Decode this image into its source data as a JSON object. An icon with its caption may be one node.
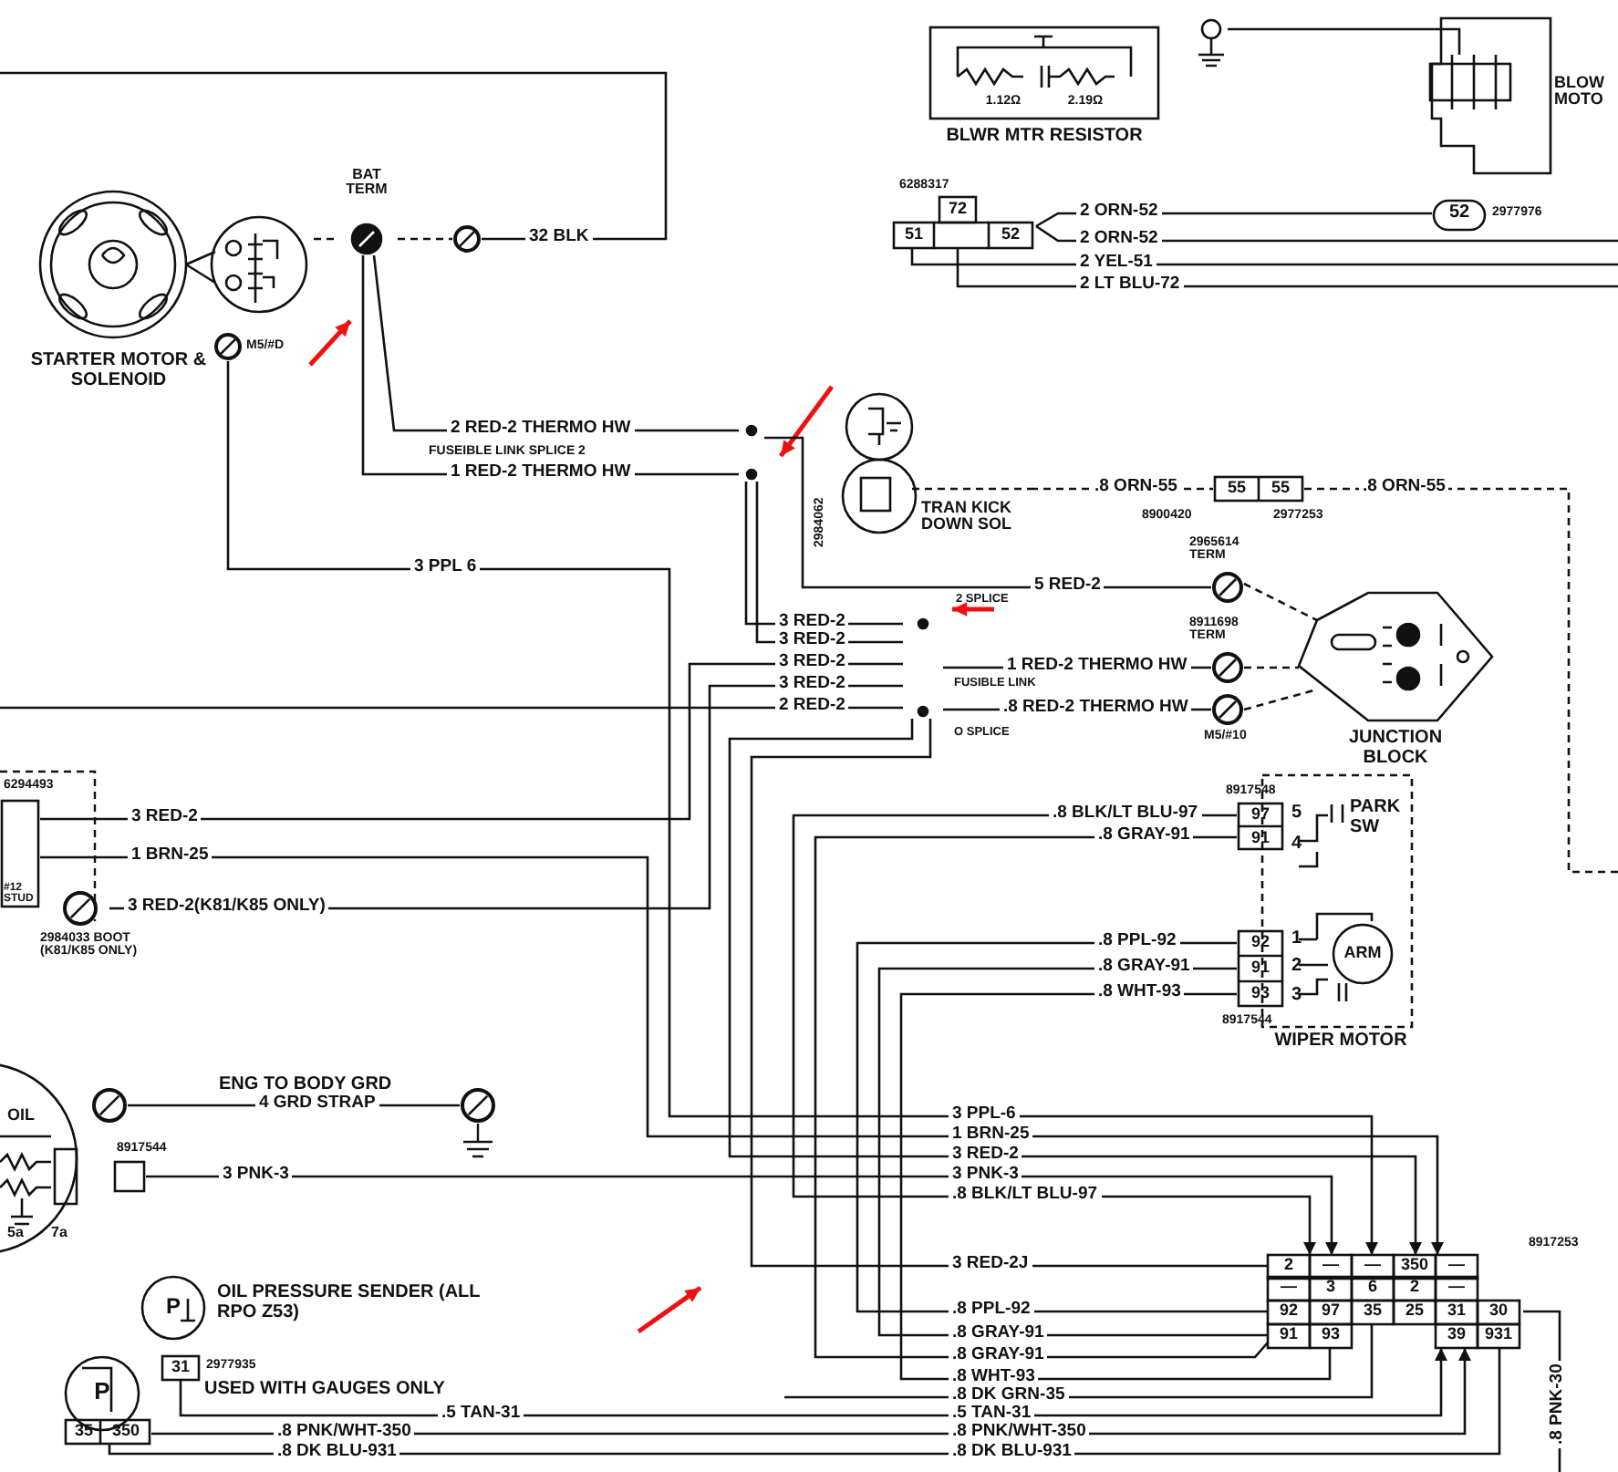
{
  "diagram": {
    "nodes": [
      {
        "text": [
          "STARTER MOTOR & SOLENOID"
        ]
      },
      {
        "text": [
          "BAT TERM"
        ]
      },
      {
        "text": [],
        "shape": "circle"
      },
      {
        "text": [
          "1.12Ω",
          "2.19Ω",
          "BLWR MTR RESISTOR"
        ]
      },
      {
        "text": [
          "BLOW MOTO"
        ]
      },
      {
        "text": [],
        "shape": "ground"
      },
      {
        "text": [
          "72",
          "51",
          "52"
        ],
        "beside": [
          "6288317"
        ]
      },
      {
        "text": [
          "52"
        ],
        "beside": [
          "2977976"
        ]
      },
      {
        "text": [
          "TRAN KICK DOWN SOL"
        ],
        "beside": [
          "2984062"
        ]
      },
      {
        "text": [
          "55",
          "55"
        ],
        "beside": [
          "8900420",
          "2977253"
        ]
      },
      {
        "text": [],
        "shape": "circle",
        "beside": [
          "2965614 TERM"
        ]
      },
      {
        "text": [],
        "shape": "circle",
        "beside": [
          "8911698 TERM"
        ]
      },
      {
        "text": [],
        "shape": "circle",
        "beside": [
          "M5/#10"
        ]
      },
      {
        "text": [
          "JUNCTION BLOCK"
        ]
      },
      {
        "text": [],
        "shape": "dot"
      },
      {
        "text": [],
        "shape": "dot"
      },
      {
        "text": [],
        "shape": "box",
        "beside": [
          "6294493"
        ]
      },
      {
        "text": [],
        "shape": "circle",
        "beside": [
          "2984033 BOOT (K81/K85 ONLY)"
        ]
      },
      {
        "text": [
          "97",
          "91"
        ],
        "beside": [
          "8917548"
        ]
      },
      {
        "text": [
          "WIPER MOTOR"
        ]
      },
      {
        "text": [
          "ARM"
        ],
        "in": 19
      },
      {
        "text": [
          "92",
          "91",
          "93"
        ],
        "beside": [
          "8917544"
        ]
      },
      {
        "text": [
          "OIL"
        ]
      },
      {
        "text": [],
        "shape": "circle"
      },
      {
        "text": [],
        "shape": "circle"
      },
      {
        "text": [],
        "shape": "box",
        "beside": [
          "8917544"
        ]
      },
      {
        "text": [
          "P",
          "OIL PRESSURE SENDER (ALL RPO Z53)"
        ]
      },
      {
        "text": [
          "P"
        ]
      },
      {
        "text": [
          "31"
        ],
        "beside": [
          "2977935"
        ]
      },
      {
        "text": [
          "35",
          "350"
        ]
      },
      {
        "text": [
          "2",
          "—",
          "—",
          "350",
          "—",
          "—",
          "3",
          "6",
          "2",
          "—",
          "92",
          "97",
          "35",
          "25",
          "31",
          "30",
          "91",
          "93",
          "39",
          "931"
        ],
        "beside": [
          "8917253"
        ]
      },
      {
        "text": [],
        "shape": "circle",
        "beside": [
          "M5/#D"
        ]
      }
    ],
    "edges": [
      {
        "from": 0,
        "to": 1,
        "arrow": "none",
        "style": "dashed"
      },
      {
        "from": 1,
        "to": 2,
        "arrow": "none",
        "style": "dashed"
      },
      {
        "from": 2,
        "to": null,
        "arrow": "none",
        "label": "32 BLK"
      },
      {
        "from": 1,
        "to": 14,
        "arrow": "none",
        "label": "2 RED-2 THERMO HW"
      },
      {
        "from": 1,
        "to": 14,
        "arrow": "none",
        "label": "1 RED-2 THERMO HW"
      },
      {
        "from": 14,
        "to": 10,
        "arrow": "none",
        "label": "5 RED-2"
      },
      {
        "from": 14,
        "to": 15,
        "arrow": "none",
        "label": "3 RED-2"
      },
      {
        "from": 14,
        "to": 15,
        "arrow": "none",
        "label": "3 RED-2"
      },
      {
        "from": 15,
        "to": 11,
        "arrow": "none",
        "label": "1 RED-2 THERMO HW"
      },
      {
        "from": 15,
        "to": 12,
        "arrow": "none",
        "label": ".8 RED-2 THERMO HW"
      },
      {
        "from": 10,
        "to": 13,
        "arrow": "none",
        "style": "dashed"
      },
      {
        "from": 11,
        "to": 13,
        "arrow": "none",
        "style": "dashed"
      },
      {
        "from": 12,
        "to": 13,
        "arrow": "none",
        "style": "dashed"
      },
      {
        "from": 5,
        "to": 4,
        "arrow": "none"
      },
      {
        "from": 6,
        "to": 7,
        "arrow": "none",
        "label": "2 ORN-52"
      },
      {
        "from": 6,
        "to": null,
        "arrow": "none",
        "label": "2 ORN-52"
      },
      {
        "from": 6,
        "to": null,
        "arrow": "none",
        "label": "2 YEL-51"
      },
      {
        "from": 6,
        "to": null,
        "arrow": "none",
        "label": "2 LT BLU-72"
      },
      {
        "from": 8,
        "to": 9,
        "arrow": "none",
        "style": "dashed",
        "label": ".8 ORN-55"
      },
      {
        "from": 9,
        "to": null,
        "arrow": "none",
        "style": "dashed",
        "label": ".8 ORN-55"
      },
      {
        "from": 31,
        "to": 30,
        "arrow": "to",
        "label": "3 PPL 6"
      },
      {
        "from": 16,
        "to": 15,
        "arrow": "none",
        "label": "3 RED-2"
      },
      {
        "from": 16,
        "to": 30,
        "arrow": "to",
        "label": "1 BRN-25"
      },
      {
        "from": 17,
        "to": 15,
        "arrow": "none",
        "label": "3 RED-2(K81/K85 ONLY)"
      },
      {
        "from": null,
        "to": 15,
        "arrow": "none",
        "label": "2 RED-2"
      },
      {
        "from": 15,
        "to": 30,
        "arrow": "to",
        "label": "3 RED-2"
      },
      {
        "from": 15,
        "to": 30,
        "arrow": "none",
        "label": "3 RED-2J"
      },
      {
        "from": 18,
        "to": 30,
        "arrow": "to",
        "label": ".8 BLK/LT BLU-97"
      },
      {
        "from": 18,
        "to": 30,
        "arrow": "none",
        "label": ".8 GRAY-91"
      },
      {
        "from": 21,
        "to": 30,
        "arrow": "none",
        "label": ".8 PPL-92"
      },
      {
        "from": 21,
        "to": 30,
        "arrow": "none",
        "label": ".8 GRAY-91"
      },
      {
        "from": 21,
        "to": 30,
        "arrow": "none",
        "label": ".8 WHT-93"
      },
      {
        "from": 23,
        "to": 24,
        "arrow": "none",
        "label": "4 GRD STRAP"
      },
      {
        "from": 25,
        "to": 30,
        "arrow": "to",
        "label": "3 PNK-3"
      },
      {
        "from": null,
        "to": 30,
        "arrow": "none",
        "label": ".8 DK GRN-35"
      },
      {
        "from": 28,
        "to": 30,
        "arrow": "to",
        "label": ".5 TAN-31"
      },
      {
        "from": 29,
        "to": 30,
        "arrow": "to",
        "label": ".8 PNK/WHT-350"
      },
      {
        "from": 29,
        "to": 30,
        "arrow": "none",
        "label": ".8 DK BLU-931"
      },
      {
        "from": 30,
        "to": null,
        "arrow": "none",
        "label": ".8 PNK-30"
      }
    ],
    "labels": [
      "#12 STUD",
      "FUSEIBLE LINK SPLICE 2",
      "3 RED-2",
      "3 RED-2",
      "2 SPLICE",
      "FUSIBLE LINK",
      "O SPLICE",
      "5",
      "4",
      "PARK SW",
      "1",
      "2",
      "3",
      "ENG TO BODY GRD",
      "5a",
      "7a",
      "USED WITH GAUGES ONLY",
      "3 PPL-6",
      "1 BRN-25",
      "3 PNK-3",
      ".8 BLK/LT BLU-97",
      ".8 PPL-92",
      ".8 GRAY-91",
      ".8 GRAY-91",
      ".8 WHT-93",
      ".5 TAN-31",
      ".8 PNK/WHT-350",
      ".8 DK BLU-931"
    ]
  }
}
